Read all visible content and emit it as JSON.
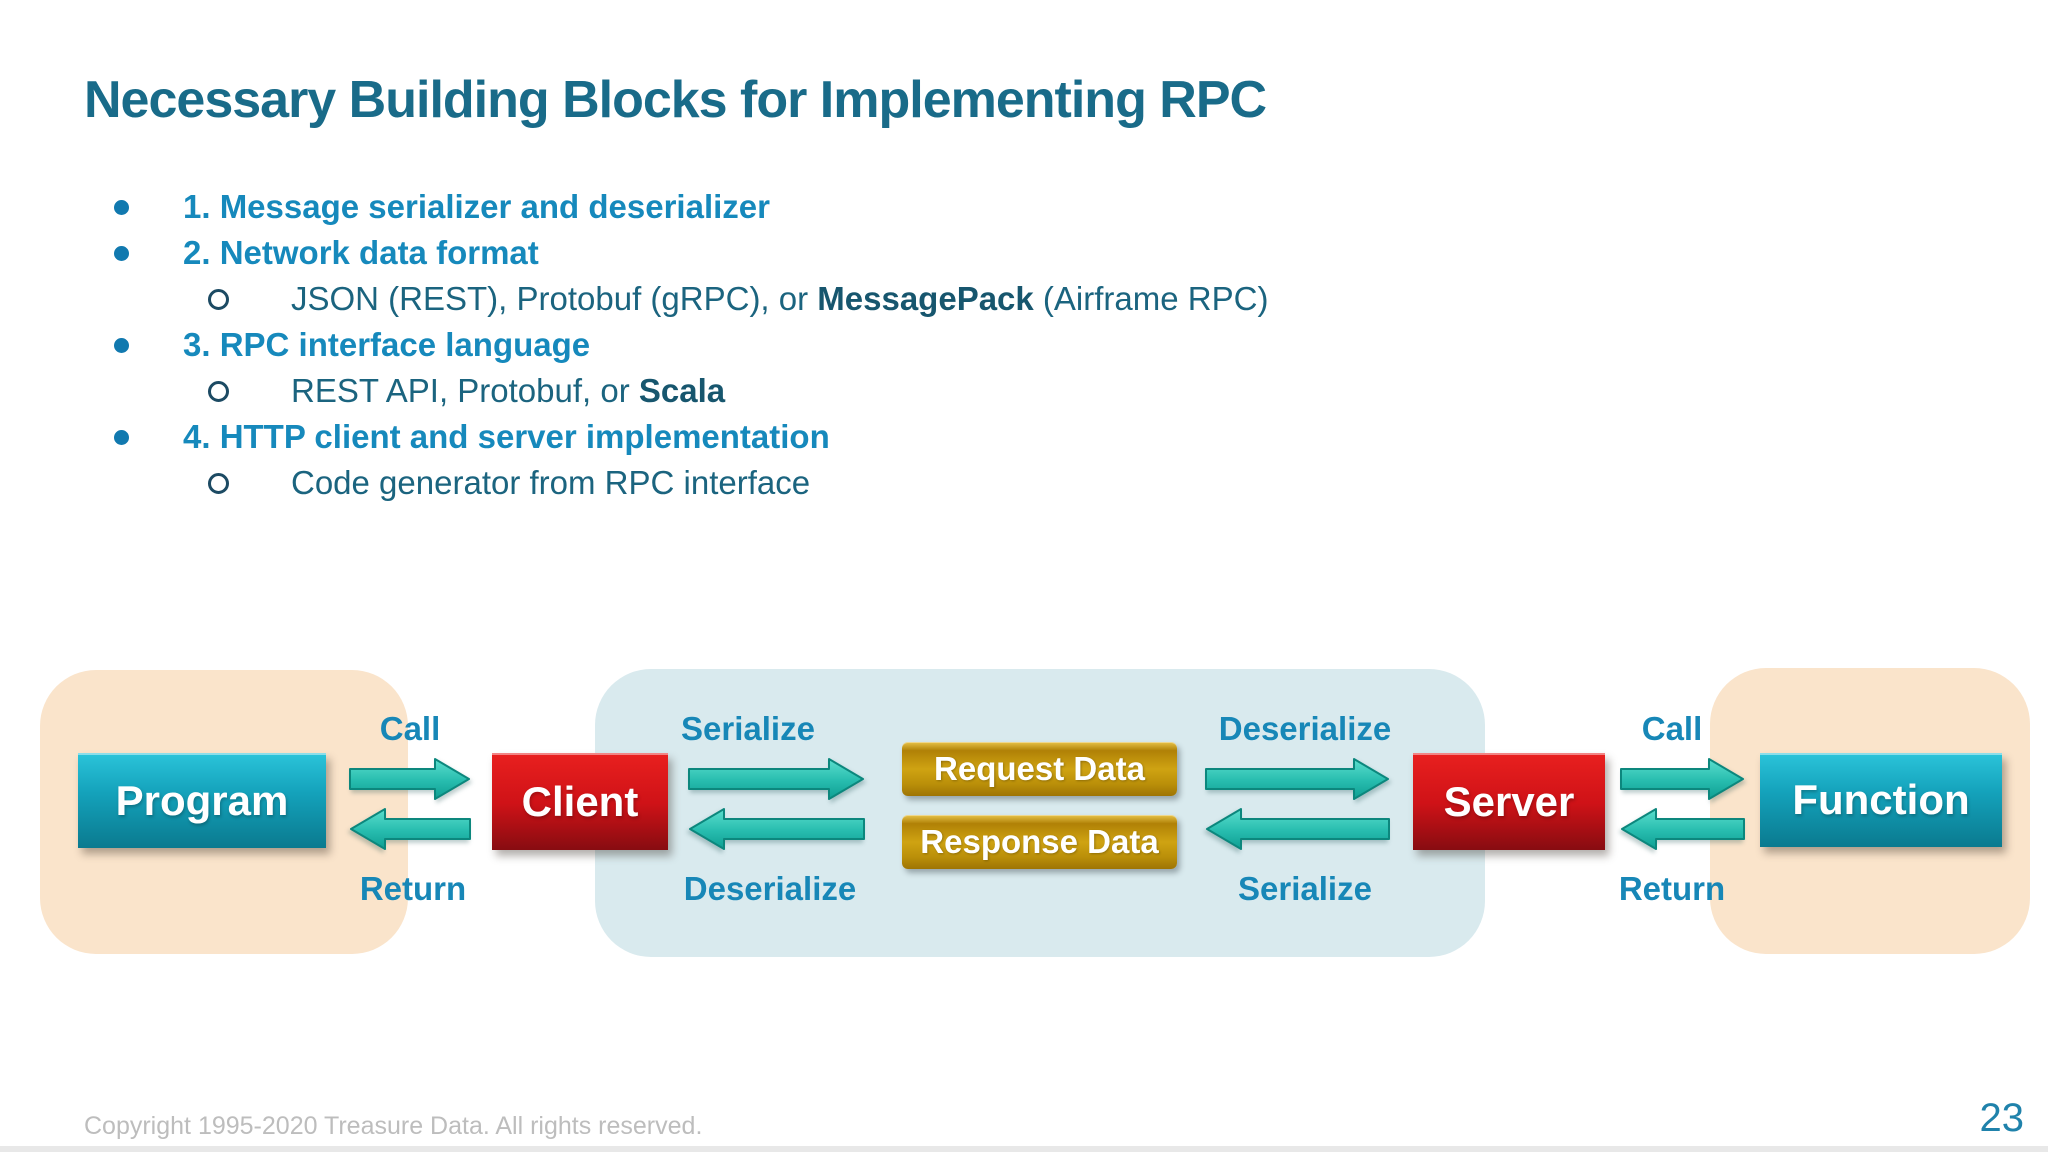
{
  "slide": {
    "title": "Necessary Building Blocks for Implementing RPC",
    "copyright": "Copyright 1995-2020 Treasure Data. All rights reserved.",
    "page_number": "23"
  },
  "bullets": [
    {
      "level": 1,
      "text": "1. Message serializer and deserializer"
    },
    {
      "level": 1,
      "text": "2. Network data format"
    },
    {
      "level": 2,
      "segments": [
        {
          "t": "JSON (REST), Protobuf (gRPC), or "
        },
        {
          "t": "MessagePack",
          "bold": true
        },
        {
          "t": " (Airframe RPC)"
        }
      ]
    },
    {
      "level": 1,
      "text": "3. RPC interface language"
    },
    {
      "level": 2,
      "segments": [
        {
          "t": "REST API, Protobuf, or "
        },
        {
          "t": "Scala",
          "bold": true
        }
      ]
    },
    {
      "level": 1,
      "text": "4. HTTP client and server implementation"
    },
    {
      "level": 2,
      "segments": [
        {
          "t": "Code generator from RPC interface"
        }
      ]
    }
  ],
  "diagram": {
    "nodes": {
      "program": "Program",
      "client": "Client",
      "server": "Server",
      "function": "Function"
    },
    "data_boxes": {
      "request": "Request Data",
      "response": "Response Data"
    },
    "labels": {
      "call_left": "Call",
      "return_left": "Return",
      "serialize_left": "Serialize",
      "deserialize_left": "Deserialize",
      "deserialize_right": "Deserialize",
      "serialize_right": "Serialize",
      "call_right": "Call",
      "return_right": "Return"
    },
    "colors": {
      "panel_peach": "#FAE4CB",
      "panel_blue": "#D9EAEE",
      "node_teal_top": "#2BC4DA",
      "node_teal_bottom": "#0A7A8F",
      "node_red_top": "#E9201F",
      "node_red_bottom": "#870C11",
      "data_gold": "#C89E10",
      "arrow_teal": "#10A094",
      "label_blue": "#1787B7"
    }
  },
  "theme_colors": {
    "title": "#196B89",
    "bullet_level1": "#1689BC",
    "bullet_level2": "#1B647F",
    "footer_gray": "#BDBDBD",
    "page_number_blue": "#1F82AB"
  }
}
